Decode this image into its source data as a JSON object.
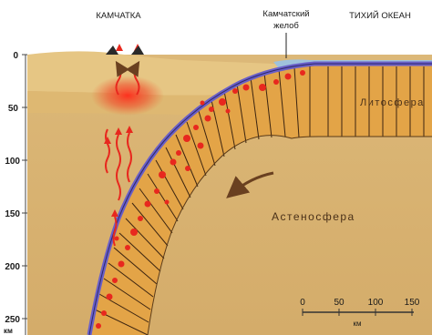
{
  "top_labels": {
    "kamchatka": "КАМЧАТКА",
    "trench_line1": "Камчатский",
    "trench_line2": "желоб",
    "ocean": "ТИХИЙ ОКЕАН"
  },
  "depth_axis": {
    "ticks": [
      "0",
      "50",
      "100",
      "150",
      "200",
      "250"
    ],
    "unit": "км"
  },
  "zones": {
    "lithosphere": "Литосфера",
    "asthenosphere": "Астеносфера"
  },
  "scale_bar": {
    "ticks": [
      "0",
      "50",
      "100",
      "150"
    ],
    "unit": "км"
  },
  "colors": {
    "background": "#d6b070",
    "crust": "#e5c284",
    "upper_band": "#e6c27a",
    "slab": "#e3a447",
    "mantle_fill": "#cd9648",
    "slab_top": "#6a5fc8",
    "ocean": "#9fc2dc",
    "magma": "#e8281e"
  }
}
